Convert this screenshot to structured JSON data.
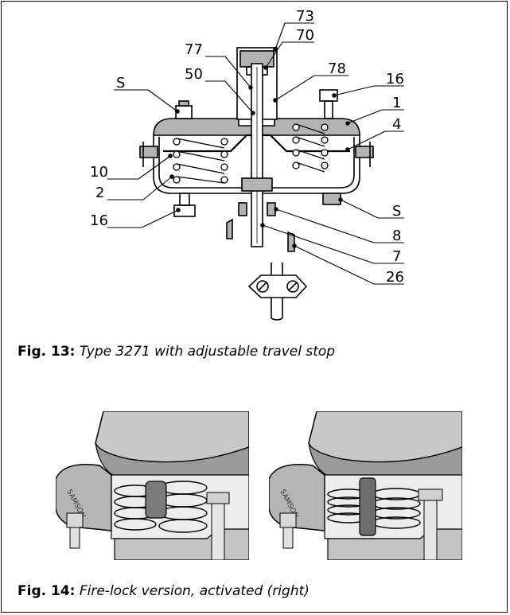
{
  "figure13": {
    "callouts": {
      "c73": "73",
      "c70": "70",
      "c77": "77",
      "c50": "50",
      "c78": "78",
      "cS_top": "S",
      "c16_top": "16",
      "c1": "1",
      "c4": "4",
      "c10": "10",
      "c2": "2",
      "c16_bottom": "16",
      "cS_bottom": "S",
      "c8": "8",
      "c7": "7",
      "c26": "26"
    },
    "caption_label": "Fig. 13:",
    "caption_text": "Type 3271 with adjustable travel stop"
  },
  "figure14": {
    "housing_text": "SAMSON",
    "caption_label": "Fig. 14:",
    "caption_text": "Fire-lock version, activated (right)"
  },
  "colors": {
    "line": "#000000",
    "section": "#b3b3b3",
    "photo_gray": "#9a9a9a",
    "paper": "#ffffff"
  }
}
